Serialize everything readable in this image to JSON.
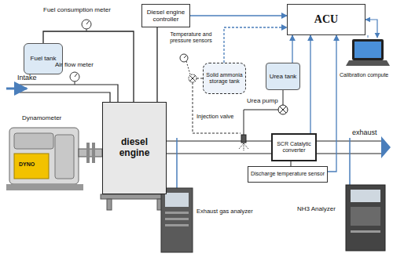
{
  "diagram": {
    "nodes": [
      {
        "text": [
          "Fuel tank"
        ]
      },
      {
        "text": [
          "Diesel engine controller"
        ]
      },
      {
        "text": [
          "ACU"
        ]
      },
      {
        "text": [
          "Solid ammonia storage tank"
        ]
      },
      {
        "text": [
          "Urea tank"
        ]
      },
      {
        "text": [
          "diesel engine"
        ]
      },
      {
        "text": [
          "SCR Catalytic converter"
        ]
      },
      {
        "text": [
          "Discharge temperature sensor"
        ]
      }
    ],
    "edges": [
      {
        "from": 0,
        "to": 5,
        "arrow": "none"
      },
      {
        "from": 1,
        "to": 5,
        "arrow": "none"
      },
      {
        "from": 1,
        "to": 2,
        "arrow": "to"
      },
      {
        "from": 4,
        "to": 2,
        "arrow": "to"
      },
      {
        "from": 6,
        "to": 2,
        "arrow": "to"
      },
      {
        "from": 7,
        "to": 2,
        "arrow": "to"
      },
      {
        "from": 3,
        "to": 2,
        "arrow": "to"
      }
    ],
    "labels": [
      "Fuel consumption meter",
      "Temperature and pressure sensors",
      "Air flow meter",
      "Intake",
      "Injection valve",
      "Urea pump",
      "Calibration compute",
      "Dynamometer",
      "DYNO",
      "exhaust",
      "Exhaust gas analyzer",
      "NH3 Analyzer"
    ]
  }
}
